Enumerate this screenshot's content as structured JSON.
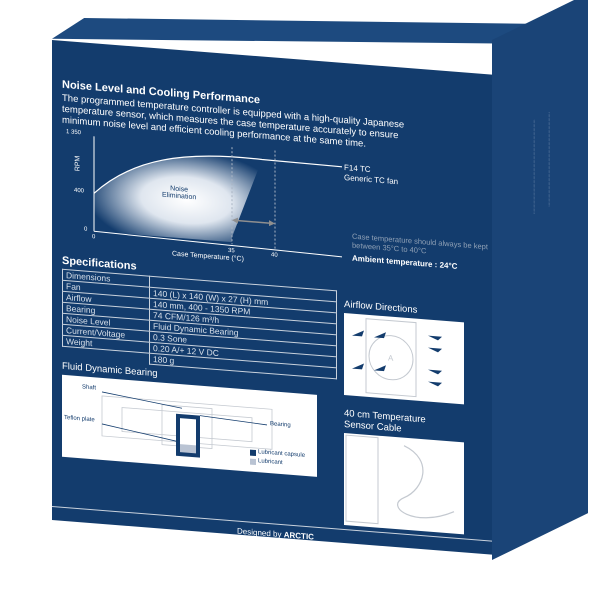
{
  "product": {
    "model_label": "F14 TC",
    "compare_label": "Generic TC fan",
    "designer_credit_prefix": "Designed by",
    "designer_credit_brand": "ARCTIC"
  },
  "noise_section": {
    "title": "Noise Level and Cooling Performance",
    "paragraph": "The programmed temperature controller is equipped with a high-quality Japanese temperature sensor, which measures the case temperature accurately to ensure minimum noise level and efficient cooling performance at the same time."
  },
  "chart": {
    "y_label": "RPM",
    "x_label": "Case Temperature (°C)",
    "y_ticks": [
      "1 350",
      "400",
      "0"
    ],
    "x_ticks": [
      "0",
      "35",
      "40"
    ],
    "region_label_line1": "Noise",
    "region_label_line2": "Elimination",
    "note": "Case temperature should always be kept between 35°C to 40°C",
    "ambient": "Ambient temperature : 24°C"
  },
  "chart_data": {
    "type": "area",
    "title": "Noise Level and Cooling Performance",
    "xlabel": "Case Temperature (°C)",
    "ylabel": "RPM",
    "y_ticks": [
      0,
      400,
      1350
    ],
    "x_ticks": [
      0,
      35,
      40
    ],
    "series": [
      {
        "name": "F14 TC",
        "x": [
          0,
          35,
          40
        ],
        "values": [
          400,
          1350,
          1350
        ]
      },
      {
        "name": "Generic TC fan",
        "x": [
          0,
          35,
          40
        ],
        "values": [
          0,
          0,
          0
        ]
      }
    ],
    "annotations": [
      "Noise Elimination",
      "Case temperature should always be kept between 35°C to 40°C",
      "Ambient temperature : 24°C"
    ]
  },
  "specifications": {
    "title": "Specifications",
    "rows": [
      {
        "key": "Dimensions",
        "value": ""
      },
      {
        "key": "Fan",
        "value": "140 (L) x 140 (W) x 27 (H) mm"
      },
      {
        "key": "Airflow",
        "value": "140 mm, 400 - 1350 RPM"
      },
      {
        "key": "Bearing",
        "value": "74 CFM/126 m³/h"
      },
      {
        "key": "Noise Level",
        "value": "Fluid Dynamic Bearing"
      },
      {
        "key": "Current/Voltage",
        "value": "0.3 Sone"
      },
      {
        "key": "Weight",
        "value": "0.20 A/+ 12 V DC"
      },
      {
        "key": "",
        "value": "180 g"
      }
    ]
  },
  "bearing_section": {
    "title": "Fluid Dynamic Bearing",
    "labels": {
      "shaft": "Shaft",
      "bearing": "Bearing",
      "teflon": "Teflon plate"
    },
    "legend": [
      {
        "label": "Lubricant capsule",
        "color": "#133c6d"
      },
      {
        "label": "Lubricant",
        "color": "#b9c3d3"
      }
    ]
  },
  "airflow_section": {
    "title": "Airflow Directions"
  },
  "sensor_section": {
    "title_line1": "40 cm Temperature",
    "title_line2": "Sensor Cable"
  },
  "colors": {
    "box_blue": "#133c6d",
    "side_blue": "#1a4477",
    "panel_white": "#ffffff"
  }
}
